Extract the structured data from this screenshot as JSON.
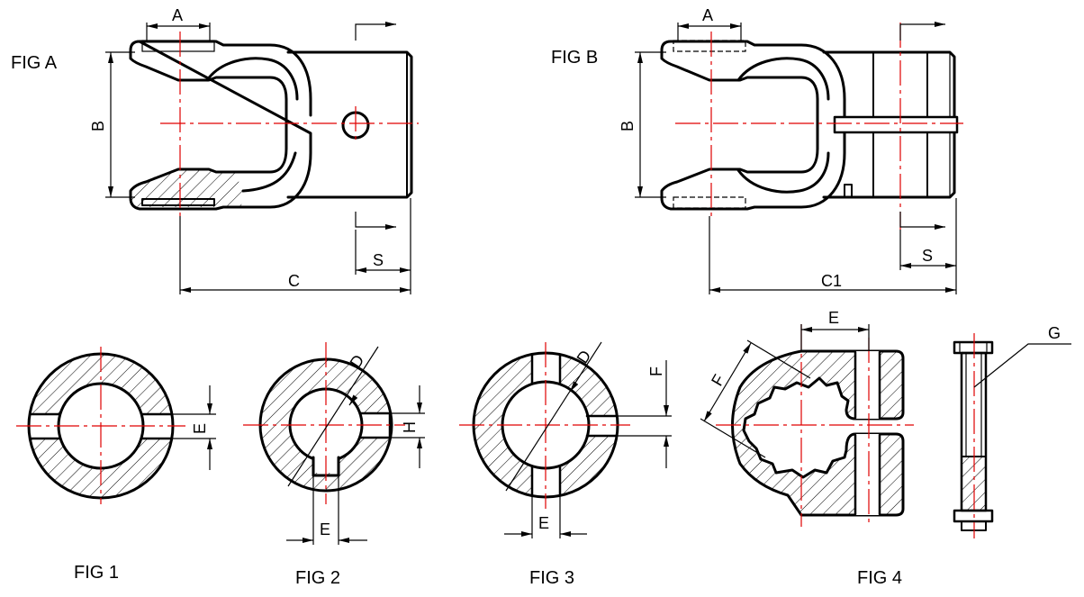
{
  "figures": {
    "fig_a": "FIG  A",
    "fig_b": "FIG  B",
    "fig_1": "FIG  1",
    "fig_2": "FIG  2",
    "fig_3": "FIG  3",
    "fig_4": "FIG  4"
  },
  "dimensions": {
    "a": "A",
    "b": "B",
    "c": "C",
    "c1": "C1",
    "s": "S",
    "d": "D",
    "e": "E",
    "f": "F",
    "g": "G",
    "h": "H"
  },
  "colors": {
    "centerline": "#e00000",
    "outline": "#000000"
  }
}
